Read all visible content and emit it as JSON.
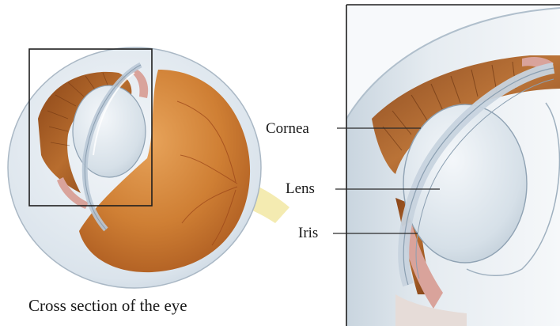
{
  "caption": "Cross section of the eye",
  "labels": {
    "cornea": "Cornea",
    "lens": "Lens",
    "iris": "Iris"
  },
  "colors": {
    "background": "#ffffff",
    "sclera": "#dde6ee",
    "vitreous": "#cf7f34",
    "iris_muscle": "#a65a22",
    "lens": "#d8e2ea",
    "tissue_pink": "#d9a39b",
    "label_text": "#1a1a1a",
    "leader_line": "#2a2a2a",
    "frame": "#1e1e1e"
  }
}
